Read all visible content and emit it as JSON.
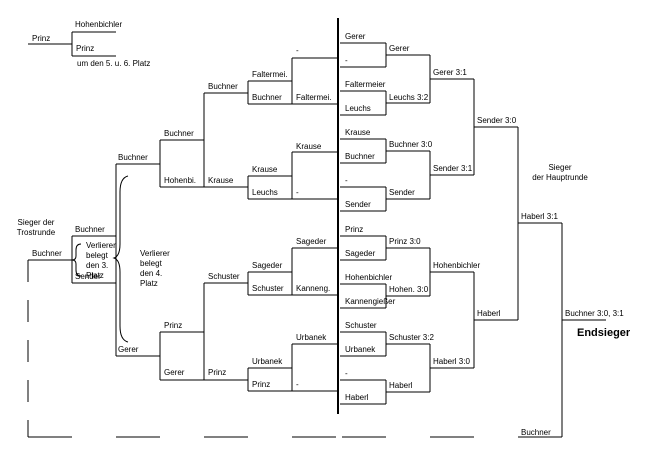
{
  "sections": {
    "sieger_trostrunde": "Sieger der\nTrostrunde",
    "sieger_hauptrunde": "Sieger\nder Hauptrunde",
    "endsieger": "Endsieger"
  },
  "notes": {
    "platz_5_6": "um den 5. u. 6. Platz",
    "verlierer_3": "Verlierer\nbelegt\nden 3.\nPlatz",
    "verlierer_4": "Verlierer\nbelegt\nden 4.\nPlatz"
  },
  "entries": [
    "Hohenbichler",
    "Prinz",
    "Prinz",
    "-",
    "Faltermei.",
    "Buchner",
    "Faltermei.",
    "Buchner",
    "Buchner",
    "Hohenbi.",
    "Krause",
    "Krause",
    "Krause",
    "Leuchs",
    "-",
    "Buchner",
    "Buchner",
    "Buchner",
    "Sender",
    "Sageder",
    "Sageder",
    "Schuster",
    "Schuster",
    "Kanneng.",
    "Prinz",
    "Gerer",
    "Gerer",
    "Prinz",
    "Urbanek",
    "Urbanek",
    "Prinz",
    "-",
    "Gerer",
    "-",
    "Gerer",
    "Faltermeier",
    "Leuchs",
    "Leuchs 3:2",
    "Gerer 3:1",
    "Krause",
    "Buchner",
    "Buchner 3:0",
    "-",
    "Sender",
    "Sender",
    "Sender 3:1",
    "Sender 3:0",
    "Prinz",
    "Sageder",
    "Prinz 3:0",
    "Hohenbichler",
    "Kannengießer",
    "Hohen. 3:0",
    "Hohenbichler",
    "Schuster",
    "Urbanek",
    "Schuster 3:2",
    "-",
    "Haberl",
    "Haberl",
    "Haberl 3:0",
    "Haberl",
    "Haberl 3:1",
    "Buchner 3:0, 3:1",
    "Buchner"
  ]
}
